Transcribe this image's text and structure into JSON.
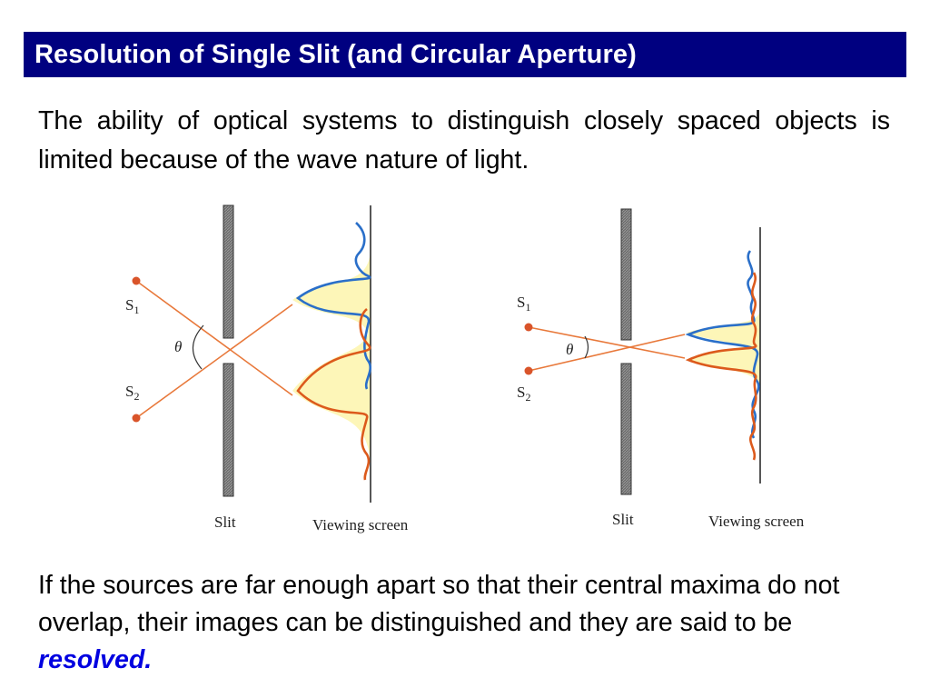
{
  "slide": {
    "title": "Resolution of Single Slit (and Circular Aperture)",
    "intro": "The ability of optical systems to distinguish closely spaced objects is limited because of the wave nature of light.",
    "conclusion_prefix": "If the sources are far enough apart so that their central maxima do not overlap, their images can be distinguished and they are said to be ",
    "conclusion_emphasis": "resolved."
  },
  "figures": [
    {
      "source1_label": "S",
      "source1_sub": "1",
      "source2_label": "S",
      "source2_sub": "2",
      "angle_label": "θ",
      "slit_label": "Slit",
      "screen_label": "Viewing screen"
    },
    {
      "source1_label": "S",
      "source1_sub": "1",
      "source2_label": "S",
      "source2_sub": "2",
      "angle_label": "θ",
      "slit_label": "Slit",
      "screen_label": "Viewing screen"
    }
  ],
  "colors": {
    "title_bg": "#000080",
    "title_text": "#ffffff",
    "emphasis": "#0000e0",
    "ray": "#e8783a",
    "source_dot": "#d9542a",
    "curve_blue": "#2a6fc9",
    "curve_orange": "#dc5a1c",
    "envelope_fill": "#fdf6b8"
  }
}
